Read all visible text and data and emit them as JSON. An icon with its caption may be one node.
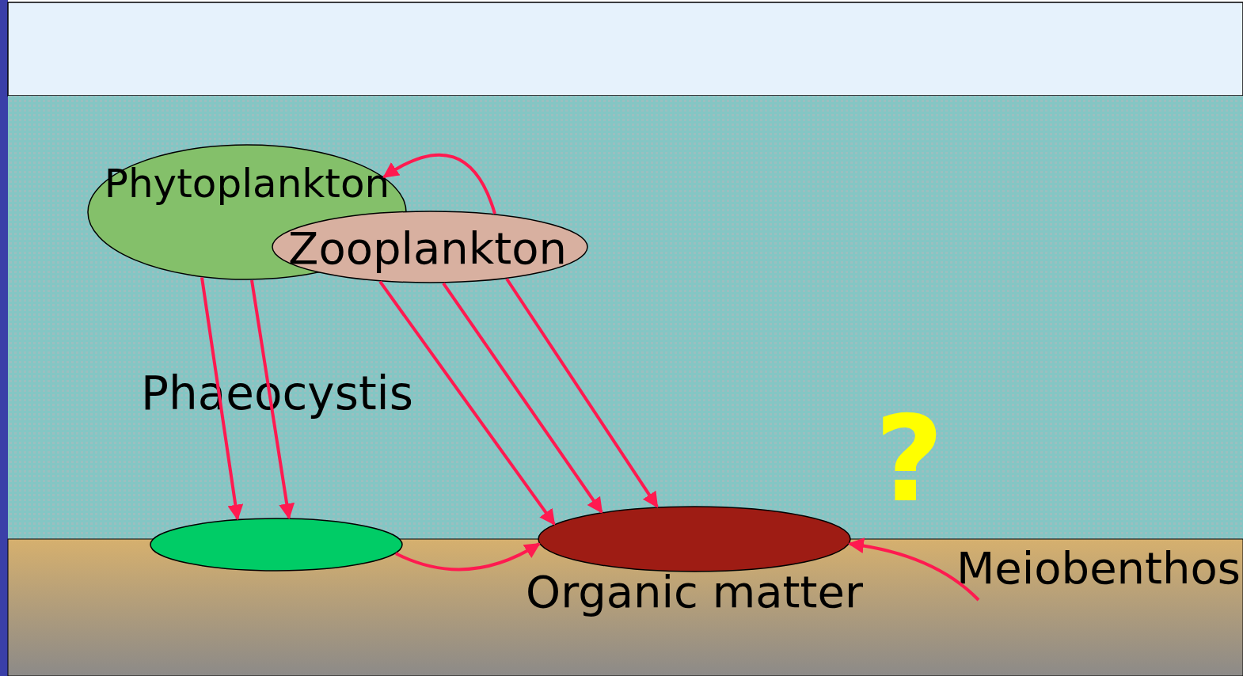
{
  "diagram": {
    "nodes": [
      {
        "text": [
          "Phytoplankton"
        ]
      },
      {
        "text": [
          "Zooplankton"
        ]
      },
      {
        "text": [],
        "shape": "ellipse"
      },
      {
        "text": [
          "Organic matter"
        ]
      },
      {
        "text": [
          "Meiobenthos"
        ]
      }
    ],
    "edges": [
      {
        "from": 1,
        "to": 0,
        "arrow": "to"
      },
      {
        "from": 0,
        "to": 2,
        "arrow": "to"
      },
      {
        "from": 0,
        "to": 2,
        "arrow": "to"
      },
      {
        "from": 1,
        "to": 3,
        "arrow": "to"
      },
      {
        "from": 1,
        "to": 3,
        "arrow": "to"
      },
      {
        "from": 1,
        "to": 3,
        "arrow": "to"
      },
      {
        "from": 2,
        "to": 3,
        "arrow": "to"
      },
      {
        "from": 4,
        "to": 3,
        "arrow": "to"
      }
    ],
    "labels": [
      "Phaeocystis",
      "?"
    ]
  }
}
